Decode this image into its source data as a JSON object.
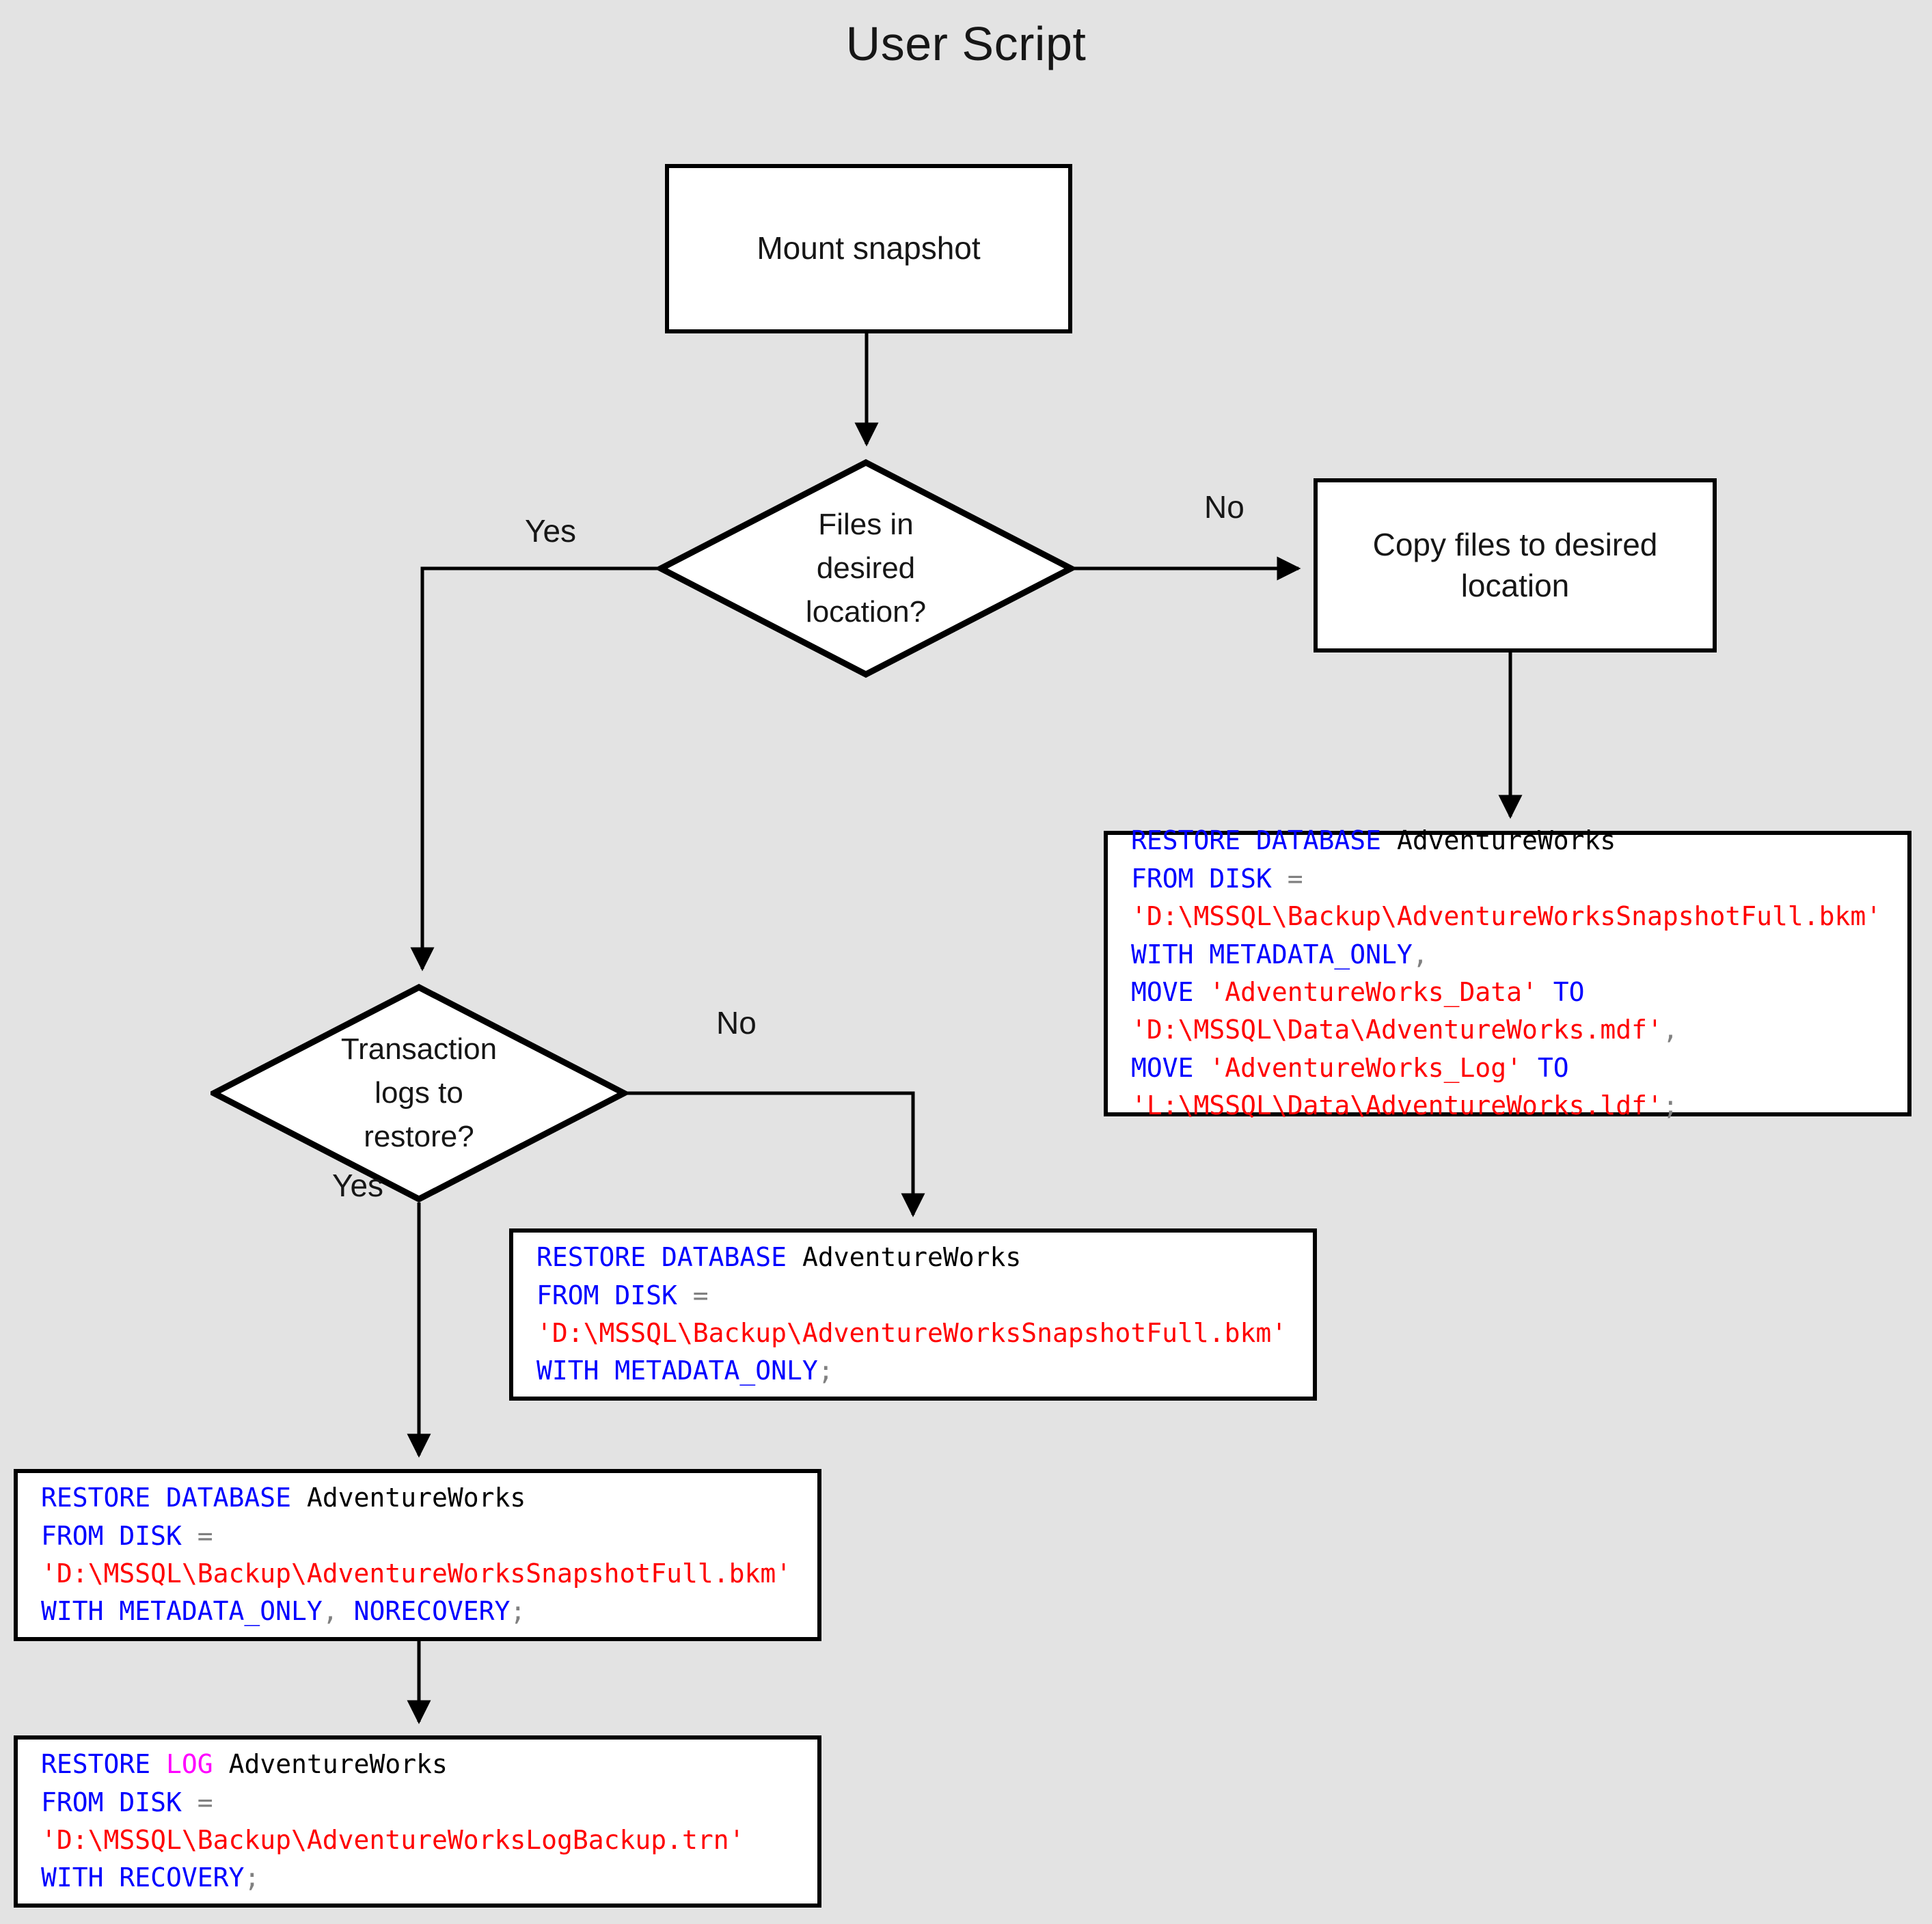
{
  "title": "User Script",
  "theme": {
    "background": "#e3e3e3",
    "node_fill": "#ffffff",
    "node_stroke": "#000000",
    "text": "#161616",
    "sql_keyword": "#0000ff",
    "sql_keyword_log": "#ff00ff",
    "sql_string": "#ff0000",
    "sql_punctuation": "#808080",
    "sql_identifier": "#000000"
  },
  "nodes": {
    "mount": {
      "label": "Mount snapshot"
    },
    "decision_files": {
      "label": "Files in\ndesired\nlocation?"
    },
    "copy_files": {
      "label": "Copy files to desired\nlocation"
    },
    "decision_logs": {
      "label": "Transaction\nlogs to\nrestore?"
    }
  },
  "edge_labels": {
    "files_yes": "Yes",
    "files_no": "No",
    "logs_no": "No",
    "logs_yes": "Yes"
  },
  "code_blocks": {
    "restore_with_move": {
      "lines": [
        [
          {
            "t": "RESTORE DATABASE",
            "c": "kw"
          },
          {
            "t": " ",
            "c": "id"
          },
          {
            "t": "AdventureWorks",
            "c": "id"
          }
        ],
        [
          {
            "t": "FROM DISK",
            "c": "kw"
          },
          {
            "t": " ",
            "c": "id"
          },
          {
            "t": "=",
            "c": "pun"
          }
        ],
        [
          {
            "t": "'D:\\MSSQL\\Backup\\AdventureWorksSnapshotFull.bkm'",
            "c": "str"
          }
        ],
        [
          {
            "t": "WITH METADATA_ONLY",
            "c": "kw"
          },
          {
            "t": ",",
            "c": "pun"
          }
        ],
        [
          {
            "t": "MOVE",
            "c": "kw"
          },
          {
            "t": " ",
            "c": "id"
          },
          {
            "t": "'AdventureWorks_Data'",
            "c": "str"
          },
          {
            "t": " ",
            "c": "id"
          },
          {
            "t": "TO",
            "c": "kw"
          }
        ],
        [
          {
            "t": "'D:\\MSSQL\\Data\\AdventureWorks.mdf'",
            "c": "str"
          },
          {
            "t": ",",
            "c": "pun"
          }
        ],
        [
          {
            "t": "MOVE",
            "c": "kw"
          },
          {
            "t": " ",
            "c": "id"
          },
          {
            "t": "'AdventureWorks_Log'",
            "c": "str"
          },
          {
            "t": " ",
            "c": "id"
          },
          {
            "t": "TO",
            "c": "kw"
          }
        ],
        [
          {
            "t": "'L:\\MSSQL\\Data\\AdventureWorks.ldf'",
            "c": "str"
          },
          {
            "t": ";",
            "c": "pun"
          }
        ]
      ]
    },
    "restore_metadata_only": {
      "lines": [
        [
          {
            "t": "RESTORE DATABASE",
            "c": "kw"
          },
          {
            "t": " ",
            "c": "id"
          },
          {
            "t": "AdventureWorks",
            "c": "id"
          }
        ],
        [
          {
            "t": "FROM DISK",
            "c": "kw"
          },
          {
            "t": " ",
            "c": "id"
          },
          {
            "t": "=",
            "c": "pun"
          }
        ],
        [
          {
            "t": "'D:\\MSSQL\\Backup\\AdventureWorksSnapshotFull.bkm'",
            "c": "str"
          }
        ],
        [
          {
            "t": "WITH METADATA_ONLY",
            "c": "kw"
          },
          {
            "t": ";",
            "c": "pun"
          }
        ]
      ]
    },
    "restore_norecovery": {
      "lines": [
        [
          {
            "t": "RESTORE DATABASE",
            "c": "kw"
          },
          {
            "t": " ",
            "c": "id"
          },
          {
            "t": "AdventureWorks",
            "c": "id"
          }
        ],
        [
          {
            "t": "FROM DISK",
            "c": "kw"
          },
          {
            "t": " ",
            "c": "id"
          },
          {
            "t": "=",
            "c": "pun"
          }
        ],
        [
          {
            "t": "'D:\\MSSQL\\Backup\\AdventureWorksSnapshotFull.bkm'",
            "c": "str"
          }
        ],
        [
          {
            "t": "WITH METADATA_ONLY",
            "c": "kw"
          },
          {
            "t": ",",
            "c": "pun"
          },
          {
            "t": " ",
            "c": "id"
          },
          {
            "t": "NORECOVERY",
            "c": "kw"
          },
          {
            "t": ";",
            "c": "pun"
          }
        ]
      ]
    },
    "restore_log": {
      "lines": [
        [
          {
            "t": "RESTORE",
            "c": "kw"
          },
          {
            "t": " ",
            "c": "id"
          },
          {
            "t": "LOG",
            "c": "kwl"
          },
          {
            "t": " ",
            "c": "id"
          },
          {
            "t": "AdventureWorks",
            "c": "id"
          }
        ],
        [
          {
            "t": "FROM DISK",
            "c": "kw"
          },
          {
            "t": " ",
            "c": "id"
          },
          {
            "t": "=",
            "c": "pun"
          }
        ],
        [
          {
            "t": "'D:\\MSSQL\\Backup\\AdventureWorksLogBackup.trn'",
            "c": "str"
          }
        ],
        [
          {
            "t": "WITH RECOVERY",
            "c": "kw"
          },
          {
            "t": ";",
            "c": "pun"
          }
        ]
      ]
    }
  }
}
